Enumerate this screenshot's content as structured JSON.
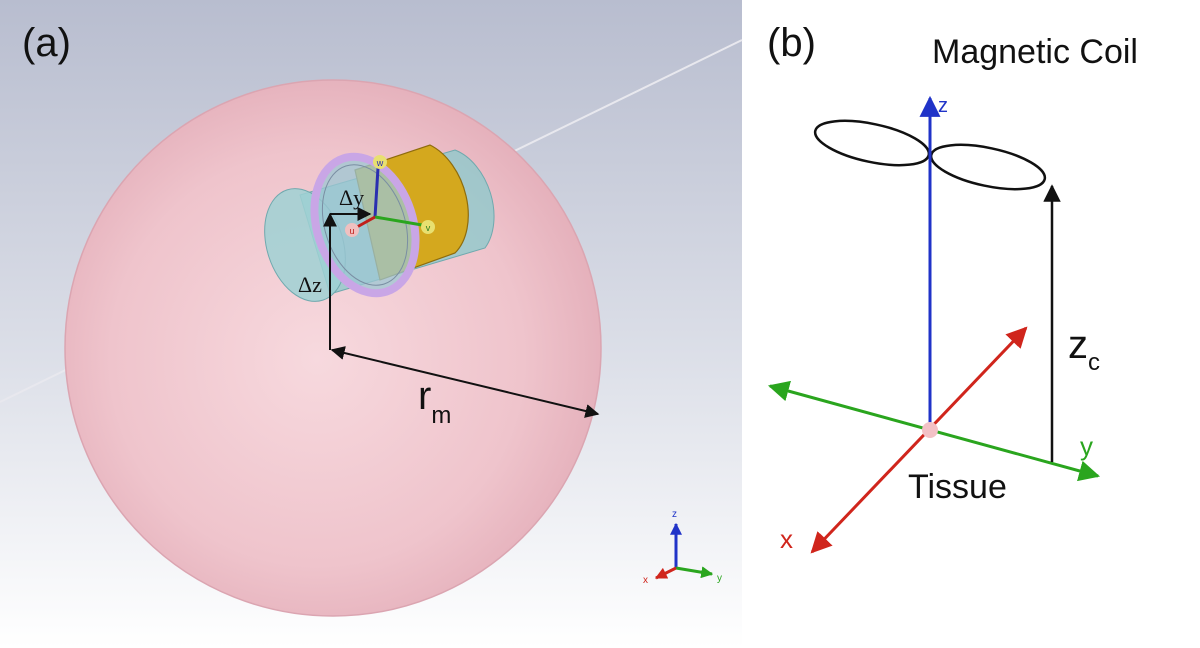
{
  "panel_a": {
    "label": "(a)",
    "dim_dy": "Δy",
    "dim_dz": "Δz",
    "radius_label": "r",
    "radius_sub": "m",
    "gizmo": {
      "u": "u",
      "v": "v",
      "w": "w"
    },
    "mini_axes": {
      "x": "x",
      "y": "y",
      "z": "z"
    },
    "colors": {
      "sphere": "#f0c9d0",
      "background_top": "#b8bfcf",
      "coil": "#d4a81e",
      "cylinder": "#8ec9cc",
      "ring": "#c9a6e6"
    }
  },
  "panel_b": {
    "label": "(b)",
    "title": "Magnetic Coil",
    "axis_x": "x",
    "axis_y": "y",
    "axis_z": "z",
    "height_label": "z",
    "height_sub": "c",
    "origin_label": "Tissue",
    "colors": {
      "x_axis": "#d0251c",
      "y_axis": "#2aa51e",
      "z_axis": "#2033c8",
      "origin": "#f3c1c6"
    }
  }
}
